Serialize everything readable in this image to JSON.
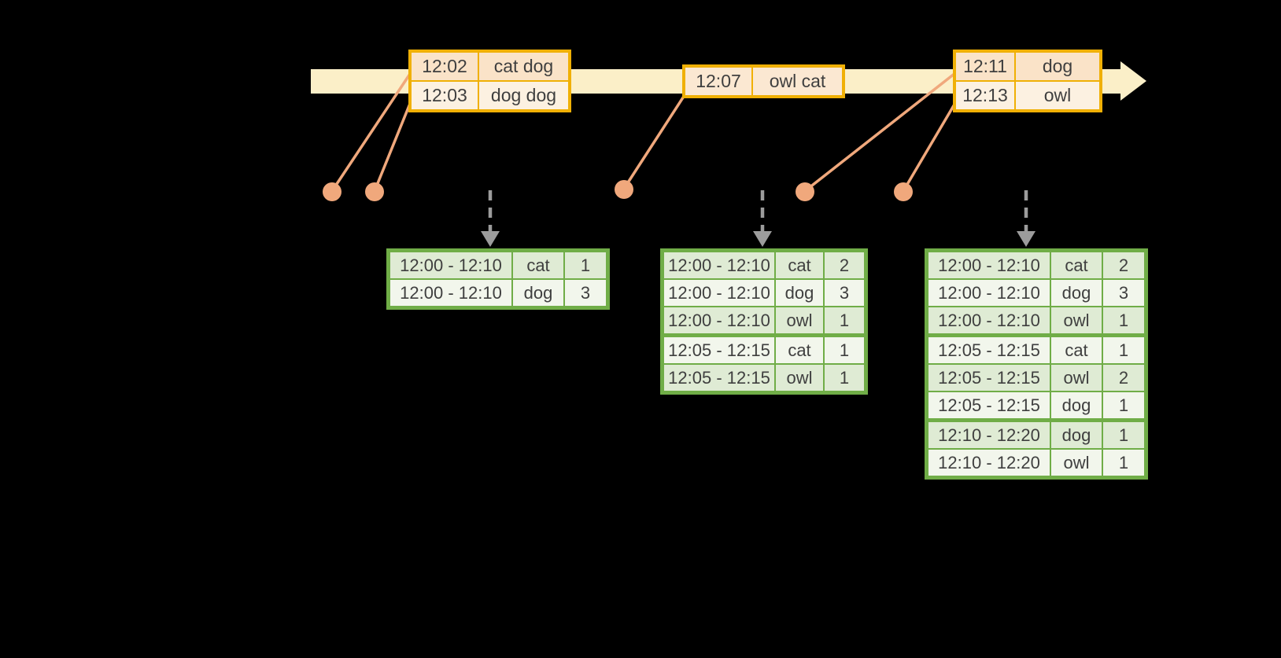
{
  "colors": {
    "background": "#000000",
    "timeline_band": "#FBEFC8",
    "event_table_border": "#F0B005",
    "event_row_dark": "#FAE3C8",
    "event_row_light": "#FCF1E1",
    "event_dot": "#F0A87C",
    "trigger_arrow": "#9C9C9C",
    "result_table_border": "#70AD47",
    "result_row_tint": "#DFEBD4",
    "result_row_light": "#F2F6EC",
    "text": "#3F3F3F"
  },
  "icons": {
    "timeline_arrow": "right-pointing-band-arrow",
    "event_dot": "filled-circle",
    "event_connector": "diagonal-line",
    "trigger_arrow": "dashed-down-arrow"
  },
  "event_tables": [
    {
      "rows": [
        {
          "time": "12:02",
          "words": "cat dog"
        },
        {
          "time": "12:03",
          "words": "dog dog"
        }
      ]
    },
    {
      "rows": [
        {
          "time": "12:07",
          "words": "owl cat"
        }
      ]
    },
    {
      "rows": [
        {
          "time": "12:11",
          "words": "dog"
        },
        {
          "time": "12:13",
          "words": "owl"
        }
      ]
    }
  ],
  "result_tables": [
    {
      "rows": [
        {
          "window": "12:00 - 12:10",
          "word": "cat",
          "count": "1"
        },
        {
          "window": "12:00 - 12:10",
          "word": "dog",
          "count": "3"
        }
      ]
    },
    {
      "rows": [
        {
          "window": "12:00 - 12:10",
          "word": "cat",
          "count": "2"
        },
        {
          "window": "12:00 - 12:10",
          "word": "dog",
          "count": "3"
        },
        {
          "window": "12:00 - 12:10",
          "word": "owl",
          "count": "1"
        },
        {
          "window": "12:05 - 12:15",
          "word": "cat",
          "count": "1"
        },
        {
          "window": "12:05 - 12:15",
          "word": "owl",
          "count": "1"
        }
      ]
    },
    {
      "rows": [
        {
          "window": "12:00 - 12:10",
          "word": "cat",
          "count": "2"
        },
        {
          "window": "12:00 - 12:10",
          "word": "dog",
          "count": "3"
        },
        {
          "window": "12:00 - 12:10",
          "word": "owl",
          "count": "1"
        },
        {
          "window": "12:05 - 12:15",
          "word": "cat",
          "count": "1"
        },
        {
          "window": "12:05 - 12:15",
          "word": "owl",
          "count": "2"
        },
        {
          "window": "12:05 - 12:15",
          "word": "dog",
          "count": "1"
        },
        {
          "window": "12:10 - 12:20",
          "word": "dog",
          "count": "1"
        },
        {
          "window": "12:10 - 12:20",
          "word": "owl",
          "count": "1"
        }
      ]
    }
  ]
}
